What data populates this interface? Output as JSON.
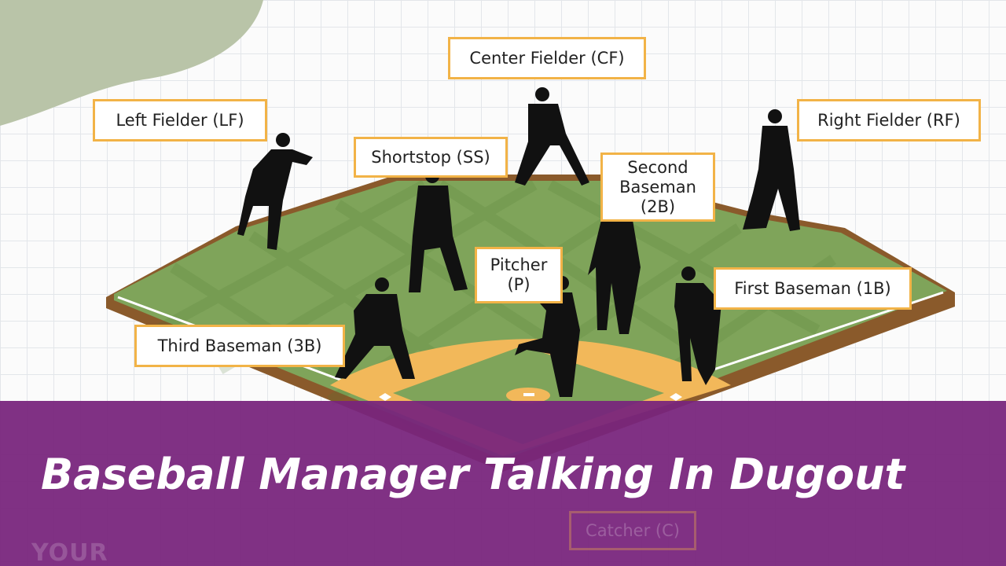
{
  "positions": {
    "center_fielder": "Center Fielder (CF)",
    "left_fielder": "Left Fielder (LF)",
    "right_fielder": "Right Fielder (RF)",
    "shortstop": "Shortstop (SS)",
    "second_baseman": "Second\nBaseman\n(2B)",
    "pitcher": "Pitcher\n(P)",
    "first_baseman": "First Baseman (1B)",
    "third_baseman": "Third Baseman (3B)",
    "catcher": "Catcher (C)"
  },
  "banner": {
    "title": "Baseball Manager Talking In Dugout",
    "logo_text": "YOUR"
  },
  "colors": {
    "banner": "#78247c",
    "label_border": "#f2b347",
    "grass": "#7fa45a",
    "infield_dirt": "#f2b85a",
    "wall": "#8a5a2b",
    "corner_blob": "#b9c4a8"
  }
}
